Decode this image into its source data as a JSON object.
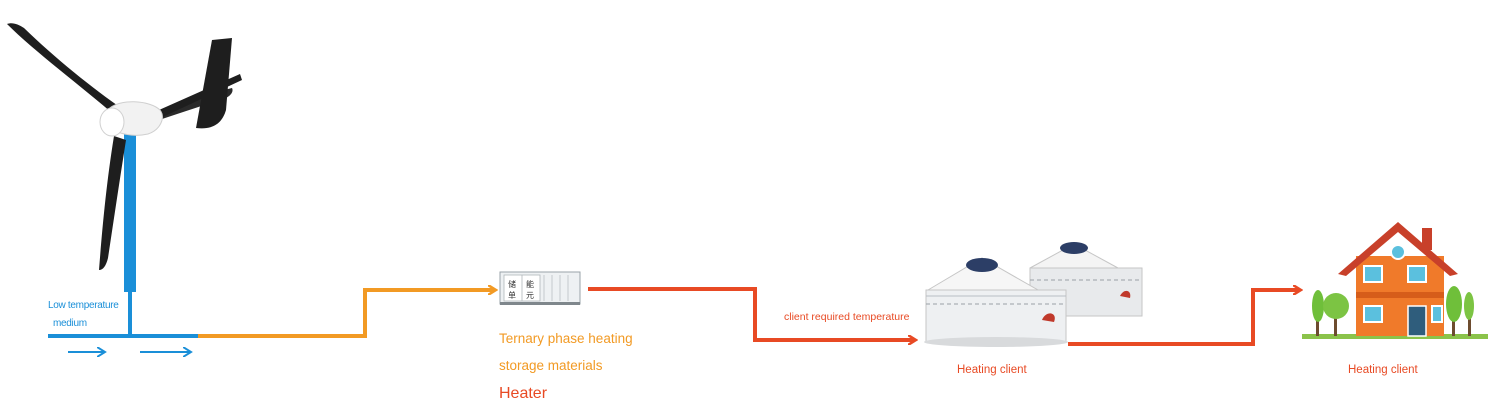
{
  "colors": {
    "blue": "#1a8fd8",
    "orange": "#f29a24",
    "red": "#e84a24",
    "blade": "#1e1e1e",
    "house_wall": "#f07a2a",
    "house_roof": "#c8402a",
    "tree": "#6fbf3a",
    "yurt_body": "#eef0f2"
  },
  "icons": [
    "wind-turbine-icon",
    "heater-storage-box-icon",
    "yurt-icon",
    "house-icon"
  ],
  "labels": {
    "low_temp_line1": "Low temperature",
    "low_temp_line2": "medium",
    "storage_line1": "Ternary phase heating",
    "storage_line2": "storage materials",
    "heater": "Heater",
    "client_temp": "client required temperature",
    "heating_client_yurt": "Heating client",
    "heating_client_house": "Heating client"
  },
  "heater_box_text": {
    "c1": "储",
    "c2": "能",
    "c3": "单",
    "c4": "元"
  }
}
